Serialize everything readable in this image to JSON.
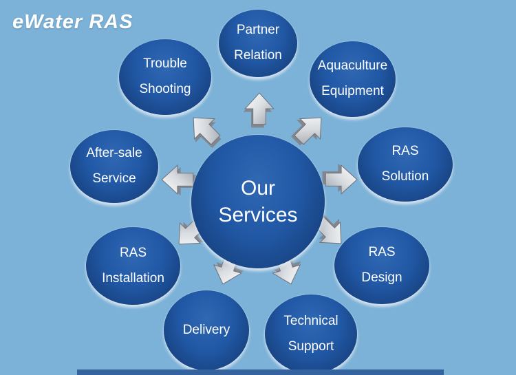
{
  "title": "eWater RAS",
  "center": {
    "lines": [
      "Our",
      "Services"
    ]
  },
  "bubbles": [
    {
      "id": "partner-relation",
      "lines": [
        "Partner",
        "Relation"
      ]
    },
    {
      "id": "aquaculture-equipment",
      "lines": [
        "Aquaculture",
        "Equipment"
      ]
    },
    {
      "id": "ras-solution",
      "lines": [
        "RAS",
        "Solution"
      ]
    },
    {
      "id": "ras-design",
      "lines": [
        "RAS",
        "Design"
      ]
    },
    {
      "id": "technical-support",
      "lines": [
        "Technical",
        "Support"
      ]
    },
    {
      "id": "delivery",
      "lines": [
        "Delivery"
      ]
    },
    {
      "id": "ras-installation",
      "lines": [
        "RAS",
        "Installation"
      ]
    },
    {
      "id": "after-sale-service",
      "lines": [
        "After-sale",
        "Service"
      ]
    },
    {
      "id": "trouble-shooting",
      "lines": [
        "Trouble",
        "Shooting"
      ]
    }
  ],
  "colors": {
    "background": "#7cb2d8",
    "bubble_light": "#3068b4",
    "bubble_mid": "#2158a5",
    "bubble_dark": "#123663",
    "text": "#ffffff",
    "arrow_silver": "#d9dce0",
    "arrow_edge": "#6e737b",
    "bottom_strip": "#35639f"
  }
}
